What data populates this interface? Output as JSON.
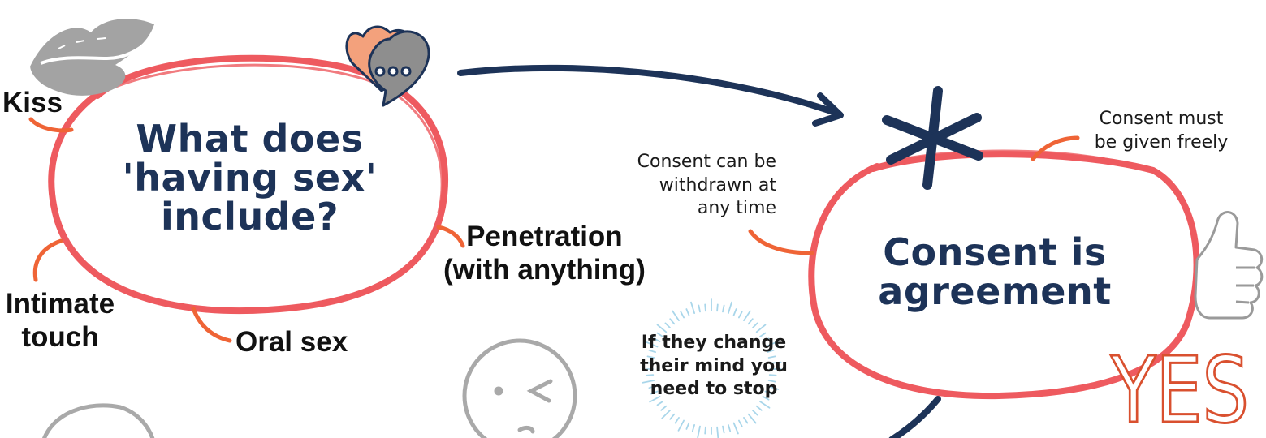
{
  "left_bubble": {
    "question_lines": [
      "What does",
      "'having sex'",
      "include?"
    ]
  },
  "left_labels": {
    "kiss": "Kiss",
    "penetration_lines": [
      "Penetration",
      "(with anything)"
    ],
    "intimate_touch_lines": [
      "Intimate",
      "touch"
    ],
    "oral_sex": "Oral sex"
  },
  "right_bubble": {
    "statement_lines": [
      "Consent is",
      "agreement"
    ]
  },
  "right_labels": {
    "withdrawn_lines": [
      "Consent can be",
      "withdrawn at",
      "any time"
    ],
    "freely_lines": [
      "Consent must",
      "be given freely"
    ],
    "stop_lines": [
      "If they change",
      "their mind you",
      "need to stop"
    ]
  },
  "yes_sign": "YES",
  "colors": {
    "navy": "#1d3358",
    "coral": "#ee5a5f",
    "orange": "#ef6436",
    "gray": "#9a9a9a",
    "peach": "#f3a17c",
    "yes_red": "#d9502f"
  },
  "icons": [
    "lips-icon",
    "heart-chat-icon",
    "asterisk-icon",
    "thumbs-up-icon",
    "winking-face-icon",
    "burst-icon"
  ]
}
